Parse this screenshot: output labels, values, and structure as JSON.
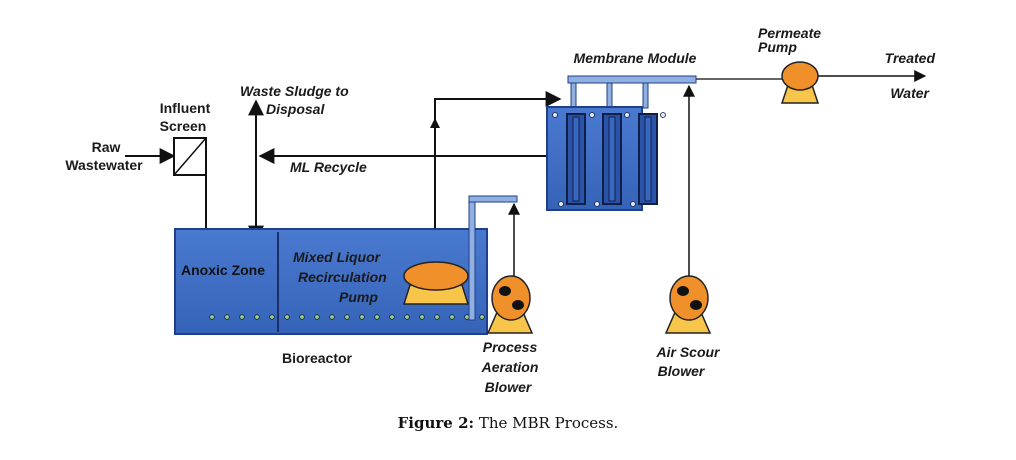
{
  "diagram": {
    "title": "MBR Process",
    "labels": {
      "raw_wastewater_1": "Raw",
      "raw_wastewater_2": "Wastewater",
      "influent_screen_1": "Influent",
      "influent_screen_2": "Screen",
      "waste_sludge_1": "Waste Sludge to",
      "waste_sludge_2": "Disposal",
      "ml_recycle": "ML Recycle",
      "anoxic_zone": "Anoxic Zone",
      "mlr_pump_1": "Mixed Liquor",
      "mlr_pump_2": "Recirculation",
      "mlr_pump_3": "Pump",
      "bioreactor": "Bioreactor",
      "process_aeration_1": "Process",
      "process_aeration_2": "Aeration",
      "process_aeration_3": "Blower",
      "membrane_module": "Membrane Module",
      "permeate_pump_1": "Permeate",
      "permeate_pump_2": "Pump",
      "treated_water_1": "Treated",
      "treated_water_2": "Water",
      "air_scour_1": "Air Scour",
      "air_scour_2": "Blower"
    },
    "colors": {
      "tank_blue": "#3f6fc4",
      "tank_border": "#1f3f8a",
      "pipe_light": "#8fb0e0",
      "pump_orange": "#f0902a",
      "pump_base": "#f7c54a",
      "diffuser_green": "#9fd07a",
      "line": "#222222"
    }
  },
  "caption": {
    "figure_label": "Figure 2:",
    "text": "The MBR Process."
  }
}
